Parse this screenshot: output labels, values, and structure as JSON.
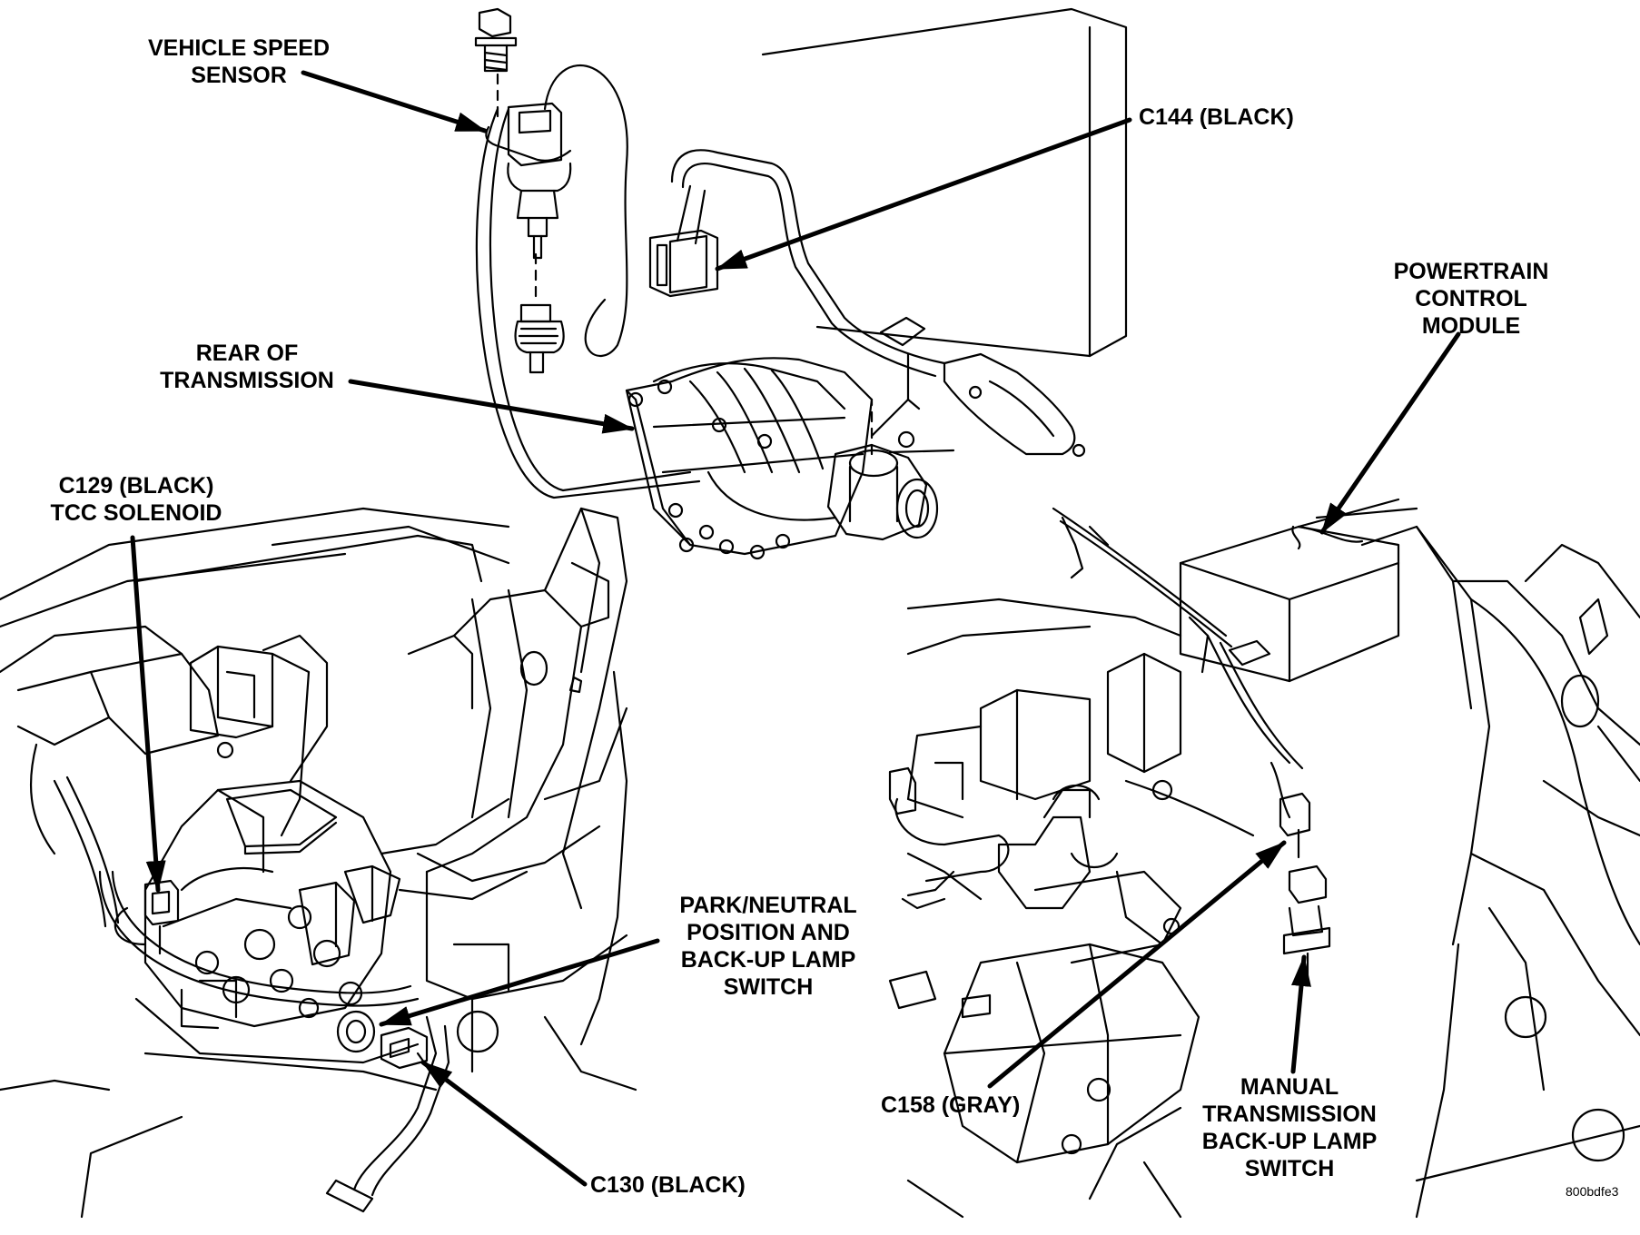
{
  "labels": {
    "vehicle_speed_sensor": [
      "VEHICLE SPEED",
      "SENSOR"
    ],
    "c144": [
      "C144 (BLACK)"
    ],
    "pcm": [
      "POWERTRAIN",
      "CONTROL",
      "MODULE"
    ],
    "rear_transmission": [
      "REAR OF",
      "TRANSMISSION"
    ],
    "c129": [
      "C129 (BLACK)",
      "TCC SOLENOID"
    ],
    "park_neutral": [
      "PARK/NEUTRAL",
      "POSITION AND",
      "BACK-UP LAMP",
      "SWITCH"
    ],
    "c130": [
      "C130 (BLACK)"
    ],
    "c158": [
      "C158 (GRAY)"
    ],
    "manual_trans": [
      "MANUAL",
      "TRANSMISSION",
      "BACK-UP LAMP",
      "SWITCH"
    ]
  },
  "figure_code": "800bdfe3"
}
